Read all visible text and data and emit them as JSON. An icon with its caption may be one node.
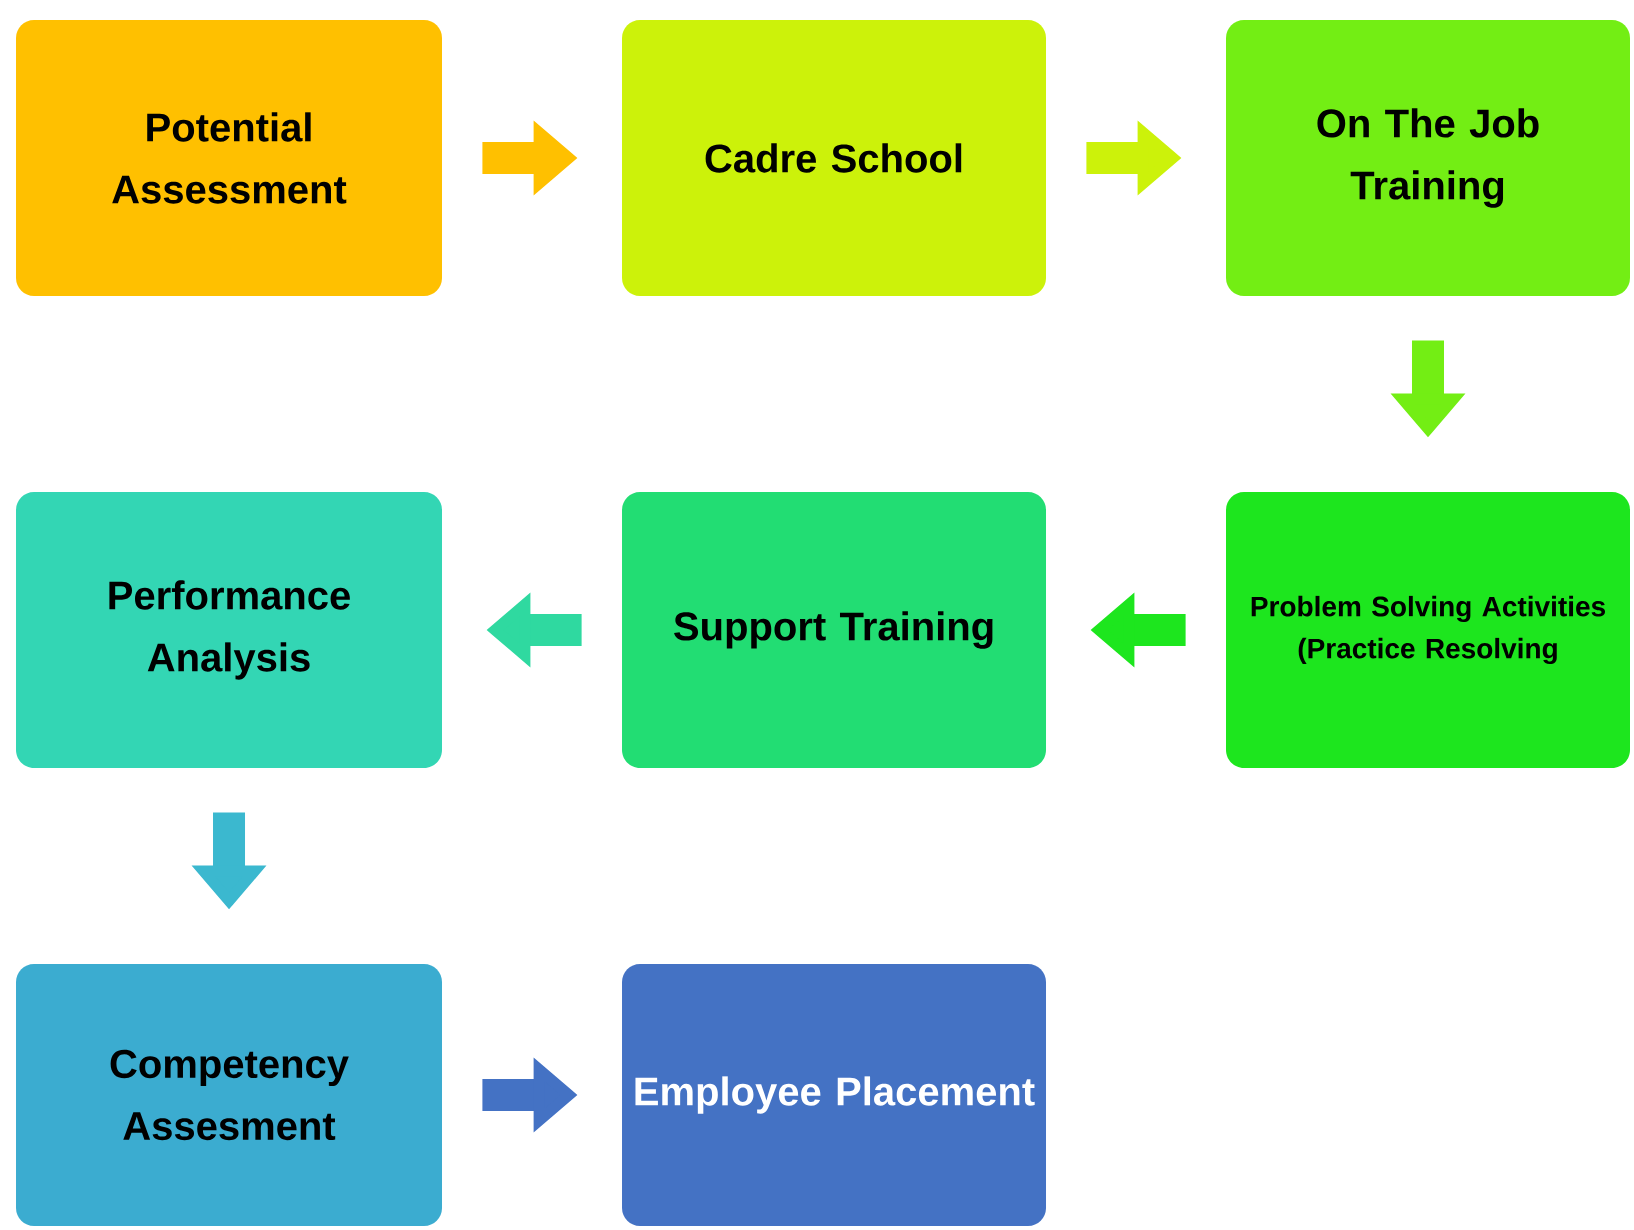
{
  "diagram": {
    "nodes": [
      {
        "text": [
          "Potential Assessment"
        ]
      },
      {
        "text": [
          "Cadre School"
        ]
      },
      {
        "text": [
          "On The Job Training"
        ]
      },
      {
        "text": [
          "Performance Analysis"
        ]
      },
      {
        "text": [
          "Support Training"
        ]
      },
      {
        "text": [
          "Problem Solving Activities (Practice Resolving"
        ]
      },
      {
        "text": [
          "Competency Assesment"
        ]
      },
      {
        "text": [
          "Employee Placement"
        ]
      }
    ],
    "edges": [
      {
        "from": 0,
        "to": 1,
        "arrow": "to",
        "color": "#ffc000"
      },
      {
        "from": 1,
        "to": 2,
        "arrow": "to",
        "color": "#ccf20a"
      },
      {
        "from": 2,
        "to": 5,
        "arrow": "to",
        "color": "#73ee14"
      },
      {
        "from": 5,
        "to": 4,
        "arrow": "to",
        "color": "#1de61e"
      },
      {
        "from": 4,
        "to": 3,
        "arrow": "to",
        "color": "#2fd9a0"
      },
      {
        "from": 3,
        "to": 6,
        "arrow": "to",
        "color": "#3bb8cf"
      },
      {
        "from": 6,
        "to": 7,
        "arrow": "to",
        "color": "#4472c4"
      }
    ]
  }
}
